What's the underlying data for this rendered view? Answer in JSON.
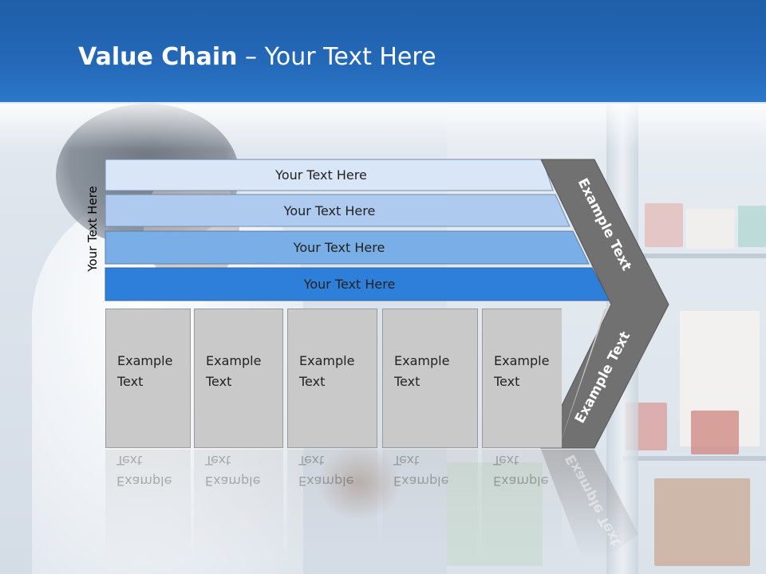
{
  "title": {
    "bold": "Value Chain",
    "rest": " – Your Text Here"
  },
  "side_label": "Your Text Here",
  "bars": [
    {
      "label": "Your Text Here",
      "color": "#d9e6f7"
    },
    {
      "label": "Your Text Here",
      "color": "#aecbef"
    },
    {
      "label": "Your Text Here",
      "color": "#7aaee6"
    },
    {
      "label": "Your Text Here",
      "color": "#2e7fd9"
    }
  ],
  "columns": [
    {
      "line1": "Example",
      "line2": "Text"
    },
    {
      "line1": "Example",
      "line2": "Text"
    },
    {
      "line1": "Example",
      "line2": "Text"
    },
    {
      "line1": "Example",
      "line2": "Text"
    },
    {
      "line1": "Example",
      "line2": "Text"
    }
  ],
  "chevron": {
    "upper_text": "Example Text",
    "lower_text": "Example Text",
    "color": "#717171"
  },
  "header_color": "#2468b8"
}
